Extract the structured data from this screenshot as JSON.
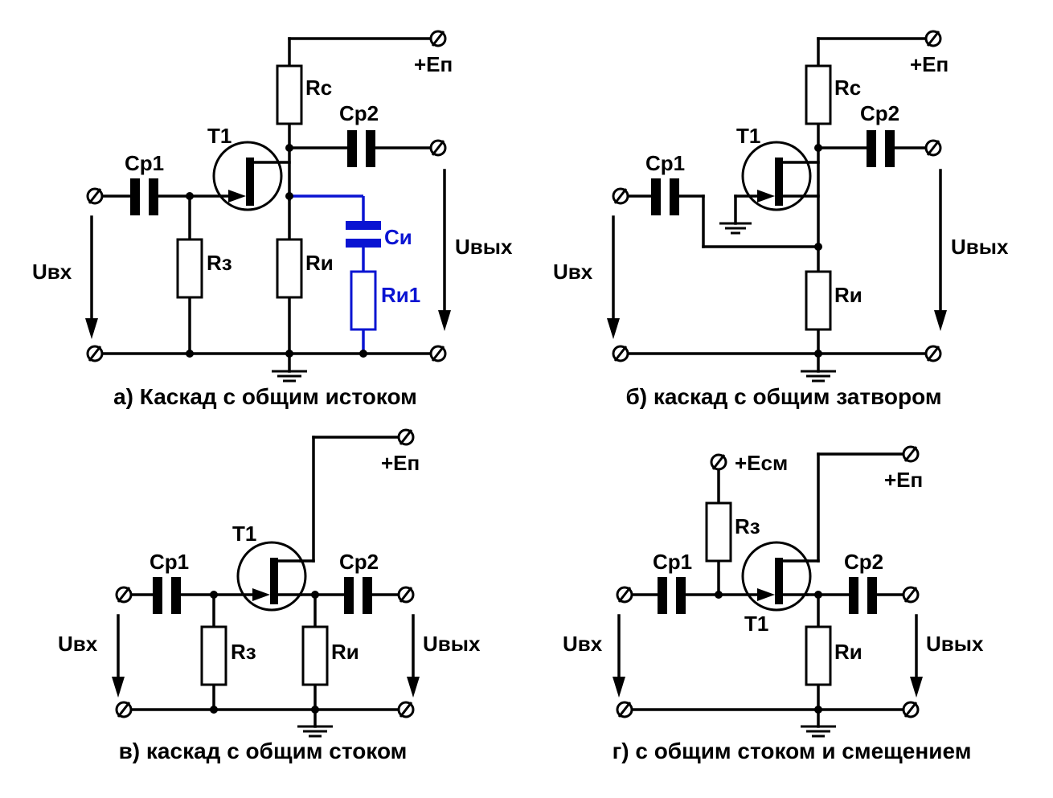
{
  "circuits": [
    {
      "id": "a",
      "caption": "а) Каскад с общим истоком",
      "labels": {
        "supply": "+Еп",
        "drain_res": "Rс",
        "coupling_out": "Ср2",
        "transistor": "Т1",
        "coupling_in": "Ср1",
        "gate_res": "Rз",
        "source_res": "Rи",
        "bypass_cap": "Си",
        "bypass_res": "Rи1",
        "input": "Uвх",
        "output": "Uвых"
      }
    },
    {
      "id": "b",
      "caption": "б) каскад с общим затвором",
      "labels": {
        "supply": "+Еп",
        "drain_res": "Rс",
        "coupling_out": "Ср2",
        "transistor": "Т1",
        "coupling_in": "Ср1",
        "source_res": "Rи",
        "input": "Uвх",
        "output": "Uвых"
      }
    },
    {
      "id": "c",
      "caption": "в) каскад с общим стоком",
      "labels": {
        "supply": "+Еп",
        "transistor": "Т1",
        "coupling_in": "Ср1",
        "coupling_out": "Ср2",
        "gate_res": "Rз",
        "source_res": "Rи",
        "input": "Uвх",
        "output": "Uвых"
      }
    },
    {
      "id": "d",
      "caption": "г) с общим стоком и смещением",
      "labels": {
        "bias": "+Eсм",
        "supply": "+Еп",
        "gate_res": "Rз",
        "coupling_in": "Ср1",
        "coupling_out": "Ср2",
        "transistor": "Т1",
        "source_res": "Rи",
        "input": "Uвх",
        "output": "Uвых"
      }
    }
  ],
  "colors": {
    "wire": "#000000",
    "highlight": "#0a14d2",
    "background": "#ffffff"
  }
}
